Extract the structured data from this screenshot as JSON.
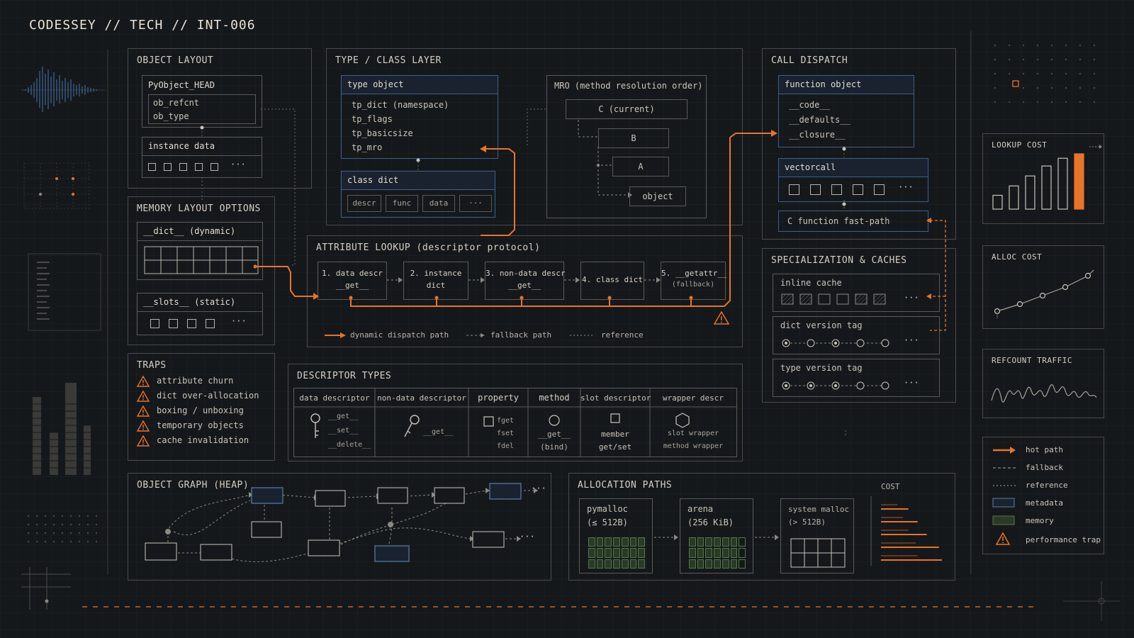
{
  "header": {
    "title": "CODESSEY // TECH // INT-006"
  },
  "object_layout": {
    "title": "OBJECT LAYOUT",
    "head_label": "PyObject_HEAD",
    "head_fields": [
      "ob_refcnt",
      "ob_type"
    ],
    "instance_label": "instance data",
    "ellipsis": "···"
  },
  "memory_layout": {
    "title": "MEMORY LAYOUT OPTIONS",
    "dict_label": "__dict__ (dynamic)",
    "slots_label": "__slots__ (static)",
    "ellipsis": "···"
  },
  "type_layer": {
    "title": "TYPE / CLASS LAYER",
    "type_object": {
      "label": "type object",
      "fields": [
        "tp_dict (namespace)",
        "tp_flags",
        "tp_basicsize",
        "tp_mro"
      ]
    },
    "class_dict": {
      "label": "class dict",
      "cells": [
        "descr",
        "func",
        "data",
        "···"
      ]
    },
    "mro": {
      "label": "MRO (method resolution order)",
      "nodes": [
        "C (current)",
        "B",
        "A",
        "object"
      ]
    }
  },
  "call_dispatch": {
    "title": "CALL DISPATCH",
    "function_object": {
      "label": "function object",
      "fields": [
        "__code__",
        "__defaults__",
        "__closure__"
      ]
    },
    "vectorcall_label": "vectorcall",
    "ellipsis": "···",
    "fast_path": "C function fast-path"
  },
  "attribute_lookup": {
    "title": "ATTRIBUTE LOOKUP (descriptor protocol)",
    "steps": [
      {
        "line1": "1. data descr",
        "line2": "__get__"
      },
      {
        "line1": "2. instance",
        "line2": "dict"
      },
      {
        "line1": "3. non-data descr",
        "line2": "__get__"
      },
      {
        "line1": "4. class dict",
        "line2": ""
      },
      {
        "line1": "5. __getattr__",
        "line2": "(fallback)"
      }
    ],
    "legend": {
      "dynamic": "dynamic dispatch path",
      "fallback": "fallback path",
      "reference": "reference"
    }
  },
  "specialization": {
    "title": "SPECIALIZATION & CACHES",
    "inline_cache": "inline cache",
    "dict_version": "dict version tag",
    "type_version": "type version tag",
    "ellipsis": "···"
  },
  "traps": {
    "title": "TRAPS",
    "items": [
      "attribute churn",
      "dict over-allocation",
      "boxing / unboxing",
      "temporary objects",
      "cache invalidation"
    ]
  },
  "descriptor_types": {
    "title": "DESCRIPTOR TYPES",
    "columns": [
      {
        "header": "data descriptor",
        "lines": [
          "__get__",
          "__set__",
          "__delete__"
        ]
      },
      {
        "header": "non-data descriptor",
        "lines": [
          "__get__"
        ]
      },
      {
        "header": "property",
        "lines": [
          "fget",
          "fset",
          "fdel"
        ]
      },
      {
        "header": "method",
        "lines": [
          "__get__",
          "(bind)"
        ]
      },
      {
        "header": "slot descriptor",
        "lines": [
          "member",
          "get/set"
        ]
      },
      {
        "header": "wrapper descr",
        "lines": [
          "slot wrapper",
          "method wrapper"
        ]
      }
    ]
  },
  "object_graph": {
    "title": "OBJECT GRAPH (HEAP)",
    "ellipsis": "···"
  },
  "allocation": {
    "title": "ALLOCATION PATHS",
    "paths": [
      {
        "name": "pymalloc",
        "range": "(≤ 512B)"
      },
      {
        "name": "arena",
        "range": "(256 KiB)"
      },
      {
        "name": "system malloc",
        "range": "(> 512B)"
      }
    ],
    "cost_label": "COST",
    "cost_bars": [
      0.45,
      0.6,
      0.75,
      0.95,
      1.0
    ]
  },
  "side": {
    "lookup_cost": {
      "label": "LOOKUP COST",
      "bars": [
        0.25,
        0.42,
        0.6,
        0.78,
        0.92,
        1.0
      ]
    },
    "alloc_cost": {
      "label": "ALLOC COST"
    },
    "refcount": {
      "label": "REFCOUNT TRAFFIC"
    }
  },
  "legend": {
    "items": [
      "hot path",
      "fallback",
      "reference",
      "metadata",
      "memory",
      "performance trap"
    ]
  },
  "colors": {
    "accent": "#e8732a",
    "blue": "#3e5f8c",
    "green": "#4f7a46",
    "line": "#4a4a47",
    "text": "#c9c4b8"
  }
}
